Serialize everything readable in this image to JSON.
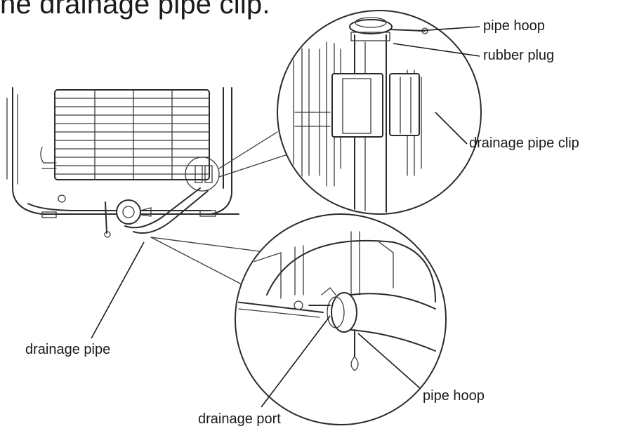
{
  "heading": "he drainage pipe clip.",
  "labels": {
    "pipe_hoop_top": "pipe hoop",
    "rubber_plug": "rubber plug",
    "drainage_pipe_clip": "drainage pipe clip",
    "drainage_pipe": "drainage pipe",
    "pipe_hoop_bottom": "pipe hoop",
    "drainage_port": "drainage port"
  }
}
